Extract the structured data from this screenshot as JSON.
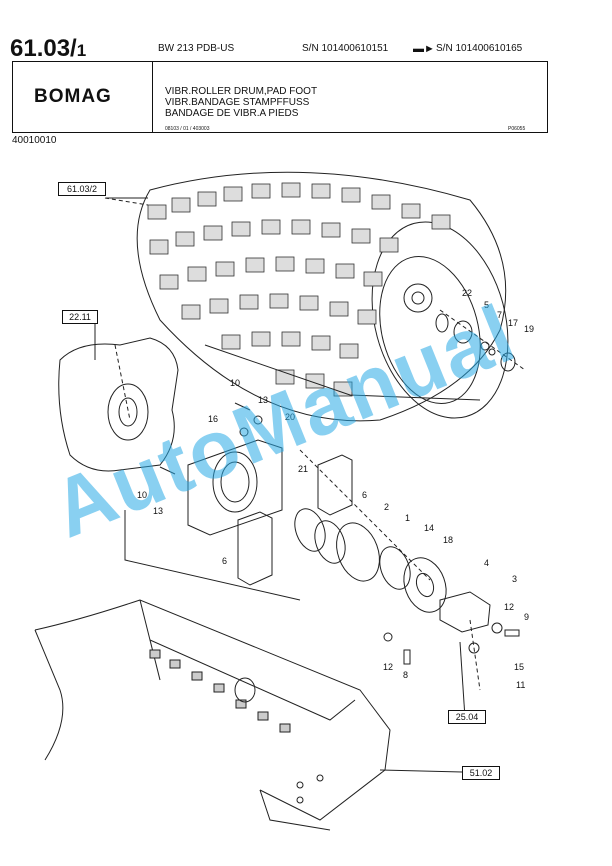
{
  "header": {
    "page_number": "61.03/",
    "page_sub": "1",
    "model": "BW 213 PDB-US",
    "serial_from": "S/N 101400610151",
    "serial_arrow": "▬►",
    "serial_to": "S/N 101400610165"
  },
  "brand": "BOMAG",
  "description": {
    "en": "VIBR.ROLLER DRUM,PAD FOOT",
    "de": "VIBR.BANDAGE STAMPFFUSS",
    "fr": "BANDAGE DE VIBR.A PIEDS"
  },
  "ref_code": "08103 / 01 / 403003",
  "page_code": "P06055",
  "catalog_number": "40010010",
  "callouts": {
    "c1": "61.03/2",
    "c2": "22.11",
    "c3": "25.04",
    "c4": "51.02"
  },
  "part_labels": {
    "p22": "22",
    "p5": "5",
    "p7": "7",
    "p17": "17",
    "p19": "19",
    "p10a": "10",
    "p13a": "13",
    "p16": "16",
    "p20": "20",
    "p10b": "10",
    "p13b": "13",
    "p21": "21",
    "p6a": "6",
    "p2": "2",
    "p1": "1",
    "p6b": "6",
    "p14": "14",
    "p18": "18",
    "p4": "4",
    "p3": "3",
    "p12a": "12",
    "p9": "9",
    "p15": "15",
    "p12b": "12",
    "p8": "8",
    "p11": "11"
  },
  "watermark": "AutoManual"
}
